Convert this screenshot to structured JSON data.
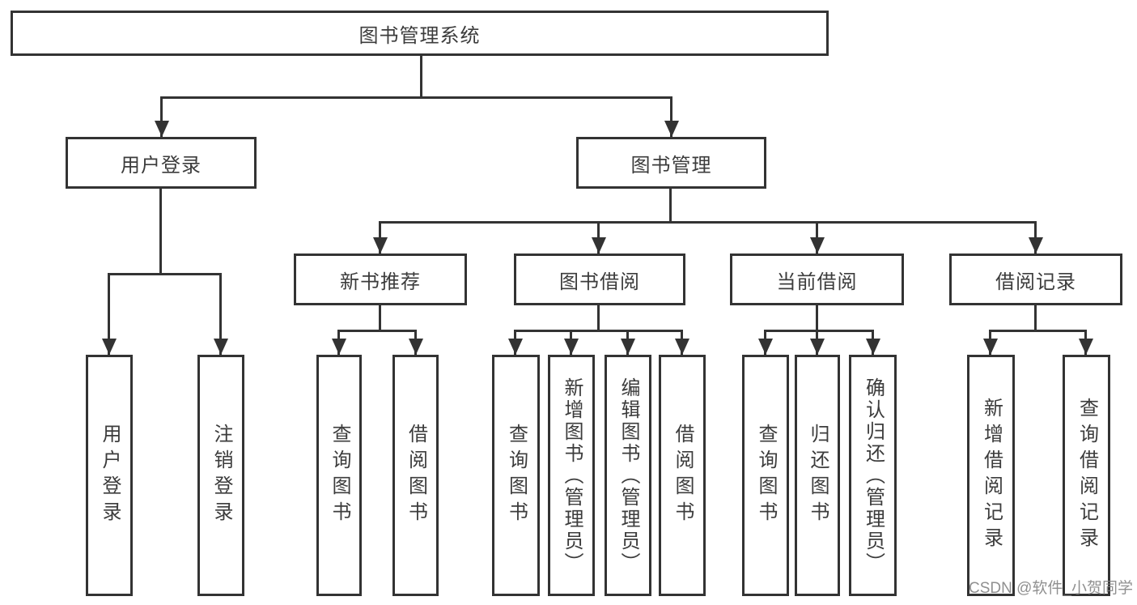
{
  "nodes": {
    "root": "图书管理系统",
    "user_login": "用户登录",
    "book_mgmt": "图书管理",
    "new_book_rec": "新书推荐",
    "book_borrow": "图书借阅",
    "current_borrow": "当前借阅",
    "borrow_records": "借阅记录",
    "ul_user_login": "用户登录",
    "ul_logout": "注销登录",
    "nbr_query": "查询图书",
    "nbr_borrow": "借阅图书",
    "bb_query": "查询图书",
    "bb_add": "新增图书（管理员）",
    "bb_edit": "编辑图书（管理员）",
    "bb_borrow": "借阅图书",
    "cb_query": "查询图书",
    "cb_return": "归还图书",
    "cb_confirm": "确认归还（管理员）",
    "br_add": "新增借阅记录",
    "br_query": "查询借阅记录"
  },
  "hierarchy": {
    "图书管理系统": {
      "用户登录": [
        "用户登录",
        "注销登录"
      ],
      "图书管理": {
        "新书推荐": [
          "查询图书",
          "借阅图书"
        ],
        "图书借阅": [
          "查询图书",
          "新增图书（管理员）",
          "编辑图书（管理员）",
          "借阅图书"
        ],
        "当前借阅": [
          "查询图书",
          "归还图书",
          "确认归还（管理员）"
        ],
        "借阅记录": [
          "新增借阅记录",
          "查询借阅记录"
        ]
      }
    }
  },
  "watermark": "CSDN @软件_小贺同学",
  "colors": {
    "line": "#333333",
    "text": "#3c3c3c",
    "background": "#ffffff",
    "watermark": "#7d7d7d"
  }
}
